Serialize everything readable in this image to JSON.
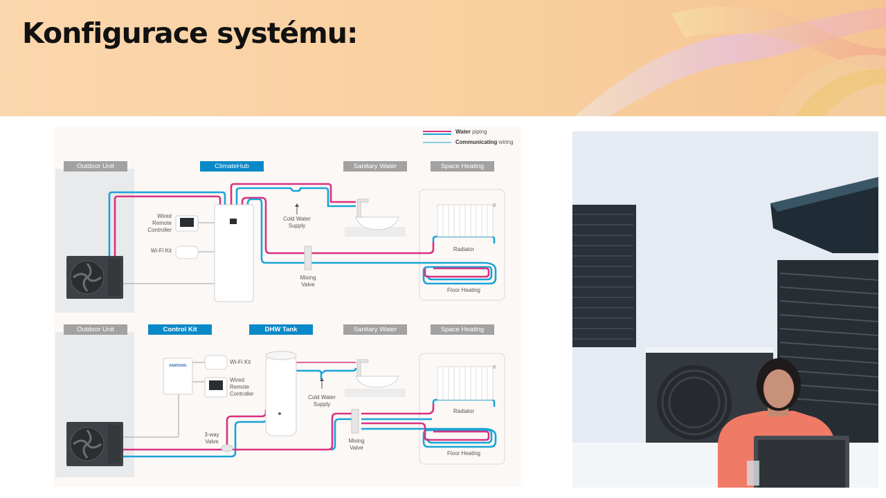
{
  "header": {
    "title": "Konfigurace systému:"
  },
  "legend": {
    "water_bold": "Water",
    "water_rest": " piping",
    "wiring_bold": "Communicating",
    "wiring_rest": " wiring"
  },
  "top_section": {
    "labels": {
      "outdoor_unit": "Outdoor Unit",
      "climatehub": "ClimateHub",
      "sanitary_water": "Sanitary Water",
      "space_heating": "Space Heating"
    },
    "wired_remote_controller": "Wired\nRemote\nController",
    "wifi_kit": "Wi-Fi Kit",
    "cold_water_supply": "Cold Water\nSupply",
    "mixing_valve": "Mixing\nValve",
    "radiator": "Radiator",
    "floor_heating": "Floor Heating"
  },
  "bottom_section": {
    "labels": {
      "outdoor_unit": "Outdoor Unit",
      "control_kit": "Control Kit",
      "dhw_tank": "DHW Tank",
      "sanitary_water": "Sanitary Water",
      "space_heating": "Space Heating"
    },
    "wifi_kit": "Wi-Fi Kit",
    "wired_remote_controller": "Wired\nRemote\nController",
    "cold_water_supply": "Cold Water\nSupply",
    "three_way_valve": "3-way\nValve",
    "mixing_valve": "Mixing\nValve",
    "radiator": "Radiator",
    "floor_heating": "Floor Heating",
    "samsung_logo": "SAMSUNG"
  },
  "colors": {
    "hot_pipe": "#d9317f",
    "cold_pipe": "#1aa3d6",
    "wiring": "#9aa1a6",
    "accent_label": "#0a89c8",
    "grey_label": "#a2a2a2"
  }
}
